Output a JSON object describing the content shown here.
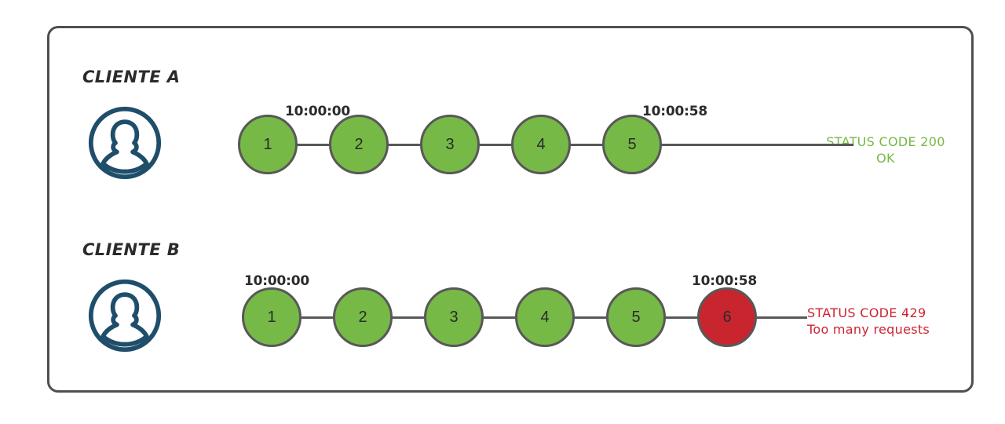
{
  "colors": {
    "ok_green": "#76b947",
    "fail_red": "#c9252e",
    "avatar_blue": "#1f4e6b",
    "stroke_gray": "#585858",
    "card_border": "#4f4f4f",
    "text_dark": "#2b2b2b",
    "status_green_text": "#76b947",
    "status_red_text": "#cc2330"
  },
  "rows": [
    {
      "id": "a",
      "label": "CLIENTE A",
      "avatar_icon": "user-avatar-icon",
      "start_time": "10:00:00",
      "end_time": "10:00:58",
      "requests": [
        {
          "n": "1",
          "state": "ok"
        },
        {
          "n": "2",
          "state": "ok"
        },
        {
          "n": "3",
          "state": "ok"
        },
        {
          "n": "4",
          "state": "ok"
        },
        {
          "n": "5",
          "state": "ok"
        }
      ],
      "status": {
        "line1": "STATUS CODE 200",
        "line2": "OK"
      }
    },
    {
      "id": "b",
      "label": "CLIENTE B",
      "avatar_icon": "user-avatar-icon",
      "start_time": "10:00:00",
      "end_time": "10:00:58",
      "requests": [
        {
          "n": "1",
          "state": "ok"
        },
        {
          "n": "2",
          "state": "ok"
        },
        {
          "n": "3",
          "state": "ok"
        },
        {
          "n": "4",
          "state": "ok"
        },
        {
          "n": "5",
          "state": "ok"
        },
        {
          "n": "6",
          "state": "fail"
        }
      ],
      "status": {
        "line1": "STATUS CODE 429",
        "line2": "Too many requests"
      }
    }
  ]
}
